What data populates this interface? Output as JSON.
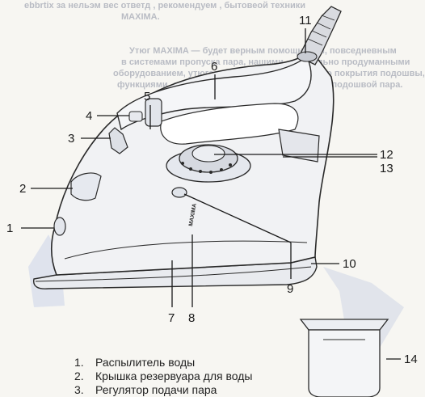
{
  "background_text": [
    "ebbrtix за нельэм вес ответд , рекомендуем , бытовеой техники",
    "MAXIMA.",
    "Утюг MAXIMA — будет верным помощником, повседневным",
    "в системами пропуска пара, нашими , тщательно продуманными",
    "оборудованием, утюгов , а также антипригарного покрытия подошвы, по также",
    "функциями, с безопасности работы и серийной подошвой пара."
  ],
  "callouts": [
    "1",
    "2",
    "3",
    "4",
    "5",
    "6",
    "7",
    "8",
    "9",
    "10",
    "11",
    "12",
    "13",
    "14"
  ],
  "brand_mark": "MAXIMA",
  "legend": [
    {
      "num": "1.",
      "text": "Распылитель воды"
    },
    {
      "num": "2.",
      "text": "Крышка резервуара для воды"
    },
    {
      "num": "3.",
      "text": "Регулятор подачи пара"
    }
  ],
  "colors": {
    "paper": "#f7f6f2",
    "outline": "#2a2a2a",
    "faint_text": "#b9bcc4",
    "shadow_blue": "#cfd8e6"
  }
}
